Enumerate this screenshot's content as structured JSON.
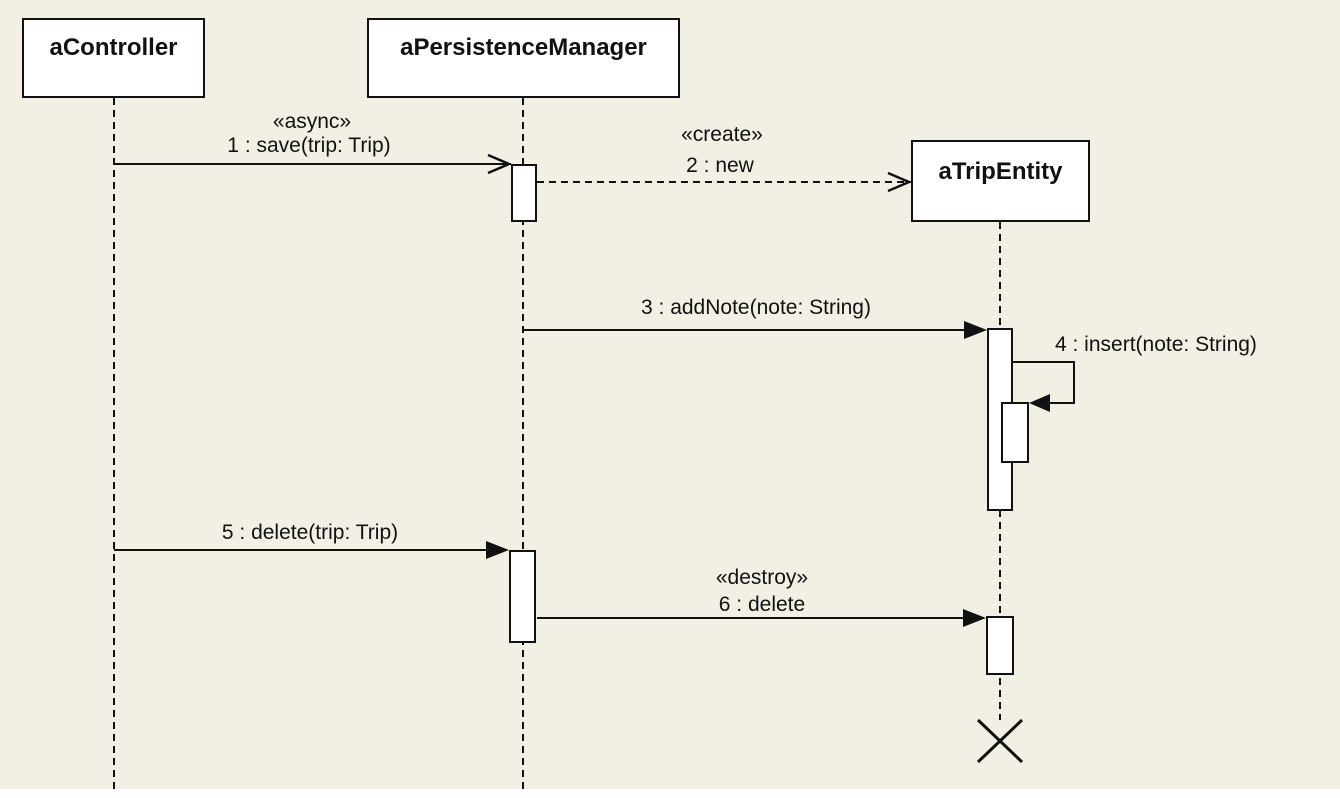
{
  "diagram_type": "UML sequence diagram",
  "colors": {
    "background": "#f2efe4",
    "box_fill": "#ffffff",
    "line": "#111111",
    "bottom_strip": "#ffffff"
  },
  "lifelines": [
    {
      "name": "aController"
    },
    {
      "name": "aPersistenceManager"
    },
    {
      "name": "aTripEntity"
    }
  ],
  "messages": [
    {
      "stereotype": "«async»",
      "label": "1 : save(trip: Trip)",
      "from": "aController",
      "to": "aPersistenceManager",
      "kind": "async-open-arrow"
    },
    {
      "stereotype": "«create»",
      "label": "2 : new",
      "from": "aPersistenceManager",
      "to": "aTripEntity",
      "kind": "dashed-create"
    },
    {
      "stereotype": "",
      "label": "3 : addNote(note: String)",
      "from": "aPersistenceManager",
      "to": "aTripEntity",
      "kind": "sync"
    },
    {
      "stereotype": "",
      "label": "4 : insert(note: String)",
      "from": "aTripEntity",
      "to": "aTripEntity",
      "kind": "self"
    },
    {
      "stereotype": "",
      "label": "5 : delete(trip: Trip)",
      "from": "aController",
      "to": "aPersistenceManager",
      "kind": "sync"
    },
    {
      "stereotype": "«destroy»",
      "label": "6 : delete",
      "from": "aPersistenceManager",
      "to": "aTripEntity",
      "kind": "sync-destroy"
    }
  ]
}
